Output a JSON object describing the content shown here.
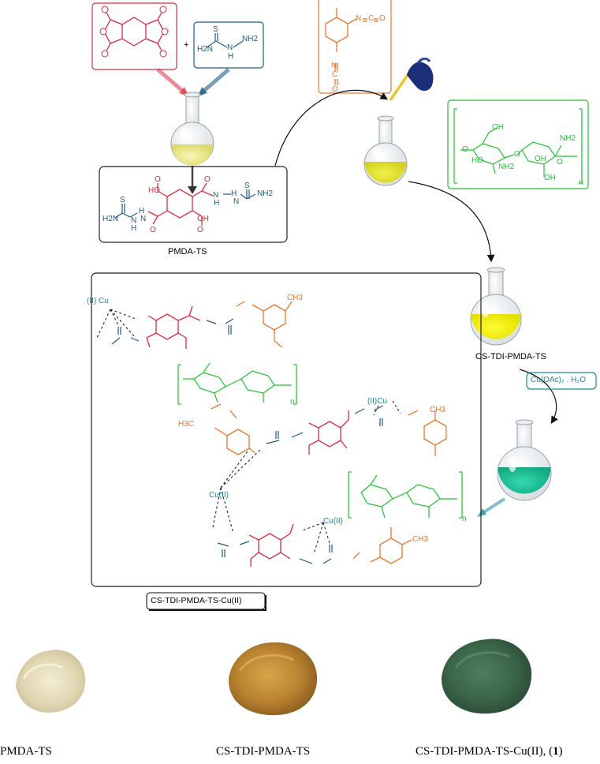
{
  "colors": {
    "pmda": "#d92c3e",
    "ts": "#1f5b85",
    "tdi": "#e8762c",
    "chitosan": "#21c232",
    "copper_reagent": "#1a8a9c",
    "flask_yellow_light": "#e7e68a",
    "flask_yellow": "#e3e62e",
    "flask_yellow_bright": "#f4f20a",
    "flask_green": "#1dbf9a"
  },
  "reagents": {
    "thiosemicarbazide": {
      "labels": [
        "S",
        "H2N",
        "N",
        "H",
        "NH2"
      ]
    },
    "tdi": {
      "labels": [
        "N",
        "C",
        "O",
        "N",
        "C",
        "O"
      ]
    },
    "chitosan": {
      "labels": [
        "O",
        "OH",
        "HO",
        "O",
        "NH2",
        "NH2",
        "O",
        "OH",
        "OH",
        "n"
      ]
    }
  },
  "plus_sign": "+",
  "pmda_ts_box": {
    "labels": [
      "HO",
      "O",
      "O",
      "N",
      "H",
      "H",
      "N",
      "S",
      "NH2",
      "S",
      "H2N",
      "N",
      "H",
      "H",
      "N",
      "O",
      "O",
      "OH"
    ]
  },
  "labels": {
    "pmda_ts": "PMDA-TS",
    "cs_tdi_pmda_ts": "CS-TDI-PMDA-TS",
    "cu_reagent": "Cu(OAc)₂ . H₂O",
    "product_box": "CS-TDI-PMDA-TS-Cu(II)"
  },
  "product_labels": {
    "cu": [
      "(II) Cu",
      "(II)Cu",
      "Cu(II)",
      "Cu(II)"
    ],
    "ch3": [
      "CH3",
      "H3C",
      "CH3",
      "CH3"
    ],
    "n": [
      "n",
      "n"
    ]
  },
  "photo_captions": {
    "pmda_ts": "PMDA-TS",
    "cs_tdi_pmda_ts": "CS-TDI-PMDA-TS",
    "product_prefix": "CS-TDI-PMDA-TS-Cu(II), (",
    "product_number": "1",
    "product_suffix": ")"
  }
}
